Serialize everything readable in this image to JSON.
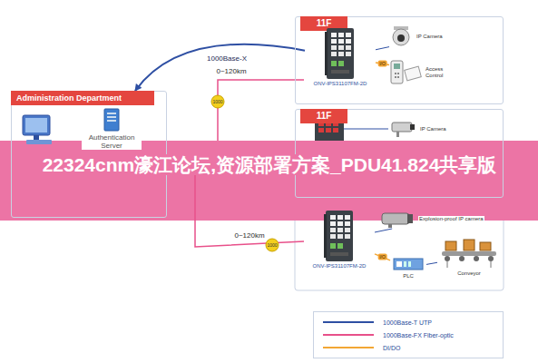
{
  "diagram": {
    "nodes": [
      {
        "text": [
          "Administration Department"
        ]
      },
      {
        "text": [
          "Authentication Server"
        ],
        "in": 0
      },
      {
        "text": [
          "11F"
        ]
      },
      {
        "text": [
          "ONV-IPS31107FM-2D"
        ],
        "in": 2
      },
      {
        "text": [
          "IP Camera"
        ],
        "in": 2
      },
      {
        "text": [
          "Access Control"
        ],
        "in": 2
      },
      {
        "text": [
          "11F"
        ]
      },
      {
        "text": [
          "IP Camera"
        ],
        "in": 6
      },
      {
        "text": [
          "ONV-IPS31107FM-2D"
        ]
      },
      {
        "text": [
          "Explosion-proof IP camera"
        ]
      },
      {
        "text": [
          "PLC"
        ]
      },
      {
        "text": [
          "Conveyor"
        ]
      }
    ],
    "edges": [
      {
        "from": 3,
        "to": 0,
        "arrow": "to",
        "label": "1000Base-X"
      },
      {
        "from": 8,
        "to": 0,
        "arrow": "none",
        "label": "0~120km"
      },
      {
        "from": 3,
        "to": 4,
        "arrow": "none"
      },
      {
        "from": 3,
        "to": 5,
        "arrow": "none",
        "label": "I/O"
      },
      {
        "from": 8,
        "to": 9,
        "arrow": "none"
      },
      {
        "from": 8,
        "to": 10,
        "arrow": "none",
        "label": "I/O"
      },
      {
        "from": 10,
        "to": 11,
        "arrow": "none"
      }
    ],
    "labels": [
      "0~120km",
      "1000",
      "1000",
      "1000",
      "22324cnm濠江论坛,资源部署方案_PDU41.824共享版"
    ],
    "legend": [
      {
        "text": "1000Base-T UTP"
      },
      {
        "text": "1000Base-FX Fiber-optic"
      },
      {
        "text": "DI/DO"
      }
    ]
  }
}
